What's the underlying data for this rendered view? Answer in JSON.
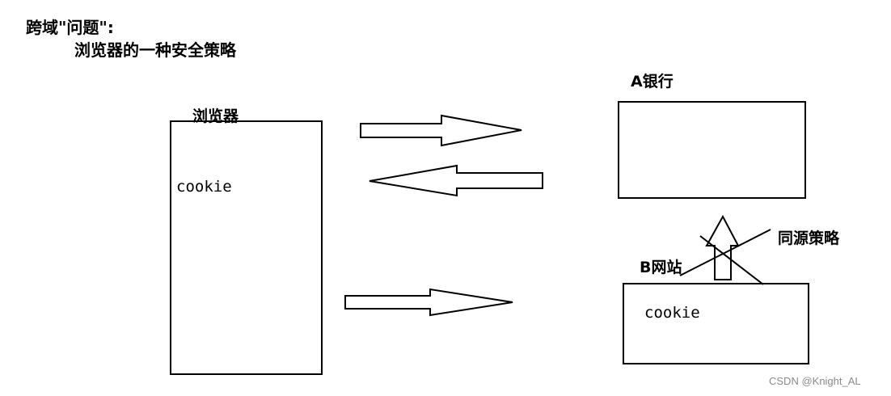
{
  "header": {
    "title": "跨域\"问题\":",
    "subtitle": "浏览器的一种安全策略"
  },
  "diagram": {
    "browser_label": "浏览器",
    "browser_cookie": "cookie",
    "bank_label": "A银行",
    "site_label": "B网站",
    "site_cookie": "cookie",
    "policy_label": "同源策略"
  },
  "watermark": "CSDN @Knight_AL"
}
